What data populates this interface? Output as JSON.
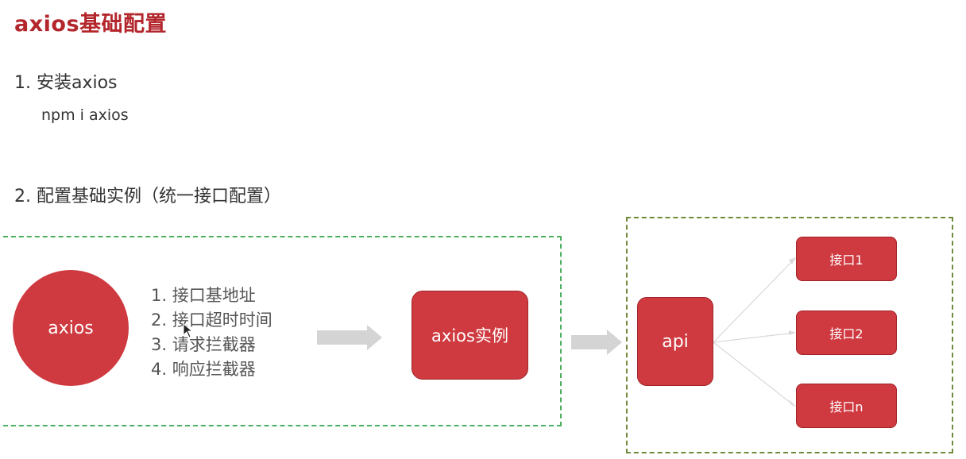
{
  "title": "axios基础配置",
  "step1": {
    "label": "1. 安装axios",
    "command": "npm i axios"
  },
  "step2": {
    "label": "2. 配置基础实例（统一接口配置）"
  },
  "diagram": {
    "source_node": "axios",
    "features": [
      "1. 接口基地址",
      "2. 接口超时时间",
      "3. 请求拦截器",
      "4. 响应拦截器"
    ],
    "instance_node": "axios实例",
    "api_node": "api",
    "interfaces": [
      "接口1",
      "接口2",
      "接口n"
    ]
  },
  "colors": {
    "title": "#b3262c",
    "node_fill": "#cf3a40",
    "left_dashed_border": "#4cae5f",
    "right_dashed_border": "#6f8a3c",
    "arrow": "#d4d4d4"
  }
}
